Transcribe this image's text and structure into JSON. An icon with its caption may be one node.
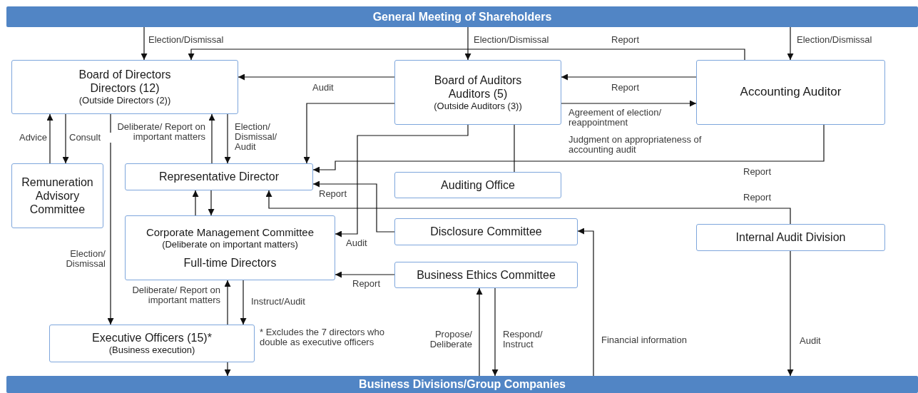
{
  "diagram": {
    "nodes": [
      {
        "text": [
          "General Meeting of Shareholders"
        ]
      },
      {
        "text": [
          "Board of Directors",
          "Directors (12)",
          "(Outside Directors (2))"
        ]
      },
      {
        "text": [
          "Board of Auditors",
          "Auditors (5)",
          "(Outside Auditors (3))"
        ]
      },
      {
        "text": [
          "Accounting Auditor"
        ]
      },
      {
        "text": [
          "Remuneration Advisory Committee"
        ]
      },
      {
        "text": [
          "Representative Director"
        ]
      },
      {
        "text": [
          "Auditing Office"
        ]
      },
      {
        "text": [
          "Corporate Management Committee",
          "(Deliberate on important matters)",
          "Full-time Directors"
        ]
      },
      {
        "text": [
          "Disclosure Committee"
        ]
      },
      {
        "text": [
          "Internal Audit Division"
        ]
      },
      {
        "text": [
          "Business Ethics Committee"
        ]
      },
      {
        "text": [
          "Executive Officers (15)*",
          "(Business execution)"
        ],
        "beside": [
          "* Excludes the 7 directors who double as executive officers"
        ]
      },
      {
        "text": [
          "Business Divisions/Group Companies"
        ]
      }
    ],
    "edges": [
      {
        "from": 0,
        "to": 1,
        "arrow": "to",
        "label": "Election/Dismissal"
      },
      {
        "from": 0,
        "to": 2,
        "arrow": "to",
        "label": "Election/Dismissal"
      },
      {
        "from": 0,
        "to": 3,
        "arrow": "to",
        "label": "Election/Dismissal"
      },
      {
        "from": 3,
        "to": 1,
        "arrow": "to",
        "label": "Report"
      },
      {
        "from": 2,
        "to": 1,
        "arrow": "to",
        "label": "Audit"
      },
      {
        "from": 3,
        "to": 2,
        "arrow": "to",
        "label": "Report"
      },
      {
        "from": 2,
        "to": 3,
        "arrow": "to",
        "label": "Agreement of election/ reappointment"
      },
      {
        "from": 2,
        "to": 5,
        "arrow": "to"
      },
      {
        "from": 3,
        "to": 5,
        "arrow": "to",
        "label": "Report"
      },
      {
        "from": 1,
        "to": 4,
        "arrow": "to",
        "label": "Consult"
      },
      {
        "from": 4,
        "to": 1,
        "arrow": "to",
        "label": "Advice"
      },
      {
        "from": 1,
        "to": 11,
        "arrow": "to",
        "label": "Election/ Dismissal"
      },
      {
        "from": 5,
        "to": 1,
        "arrow": "to",
        "label": "Deliberate/ Report on important matters"
      },
      {
        "from": 1,
        "to": 5,
        "arrow": "to",
        "label": "Election/ Dismissal/ Audit"
      },
      {
        "from": 7,
        "to": 5,
        "arrow": "to"
      },
      {
        "from": 5,
        "to": 7,
        "arrow": "to"
      },
      {
        "from": 2,
        "to": 7,
        "arrow": "to",
        "label": "Audit"
      },
      {
        "from": 2,
        "to": 6,
        "arrow": "none"
      },
      {
        "from": 8,
        "to": 5,
        "arrow": "to",
        "label": "Report"
      },
      {
        "from": 9,
        "to": 5,
        "arrow": "to",
        "label": "Report"
      },
      {
        "from": 10,
        "to": 7,
        "arrow": "to",
        "label": "Report"
      },
      {
        "from": 7,
        "to": 11,
        "arrow": "to",
        "label": "Instruct/Audit"
      },
      {
        "from": 11,
        "to": 7,
        "arrow": "to",
        "label": "Deliberate/ Report on important matters"
      },
      {
        "from": 11,
        "to": 12,
        "arrow": "to"
      },
      {
        "from": 12,
        "to": 10,
        "arrow": "to",
        "label": "Propose/ Deliberate"
      },
      {
        "from": 10,
        "to": 12,
        "arrow": "to",
        "label": "Respond/ Instruct"
      },
      {
        "from": 12,
        "to": 8,
        "arrow": "to",
        "label": "Financial information"
      },
      {
        "from": 9,
        "to": 12,
        "arrow": "to",
        "label": "Audit"
      }
    ],
    "labels": [
      "Judgment on appropriateness of accounting audit"
    ]
  }
}
